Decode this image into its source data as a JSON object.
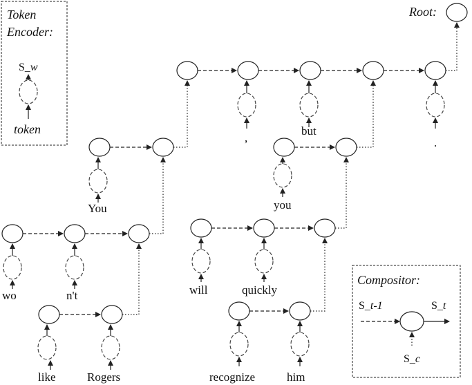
{
  "root_label": "Root:",
  "token_encoder": {
    "title_line1": "Token",
    "title_line2": "Encoder:",
    "state_label": "S_",
    "state_sub": "w",
    "input_label": "token"
  },
  "compositor": {
    "title": "Compositor:",
    "prev_label": "S_",
    "prev_sub": "t-1",
    "out_label": "S_",
    "out_sub": "t",
    "child_label": "S_",
    "child_sub": "c"
  },
  "tokens": {
    "wo": "wo",
    "nt": "n't",
    "like": "like",
    "rogers": "Rogers",
    "you_upper": "You",
    "comma": ",",
    "but": "but",
    "period": ".",
    "you_lower": "you",
    "will": "will",
    "quickly": "quickly",
    "recognize": "recognize",
    "him": "him"
  }
}
